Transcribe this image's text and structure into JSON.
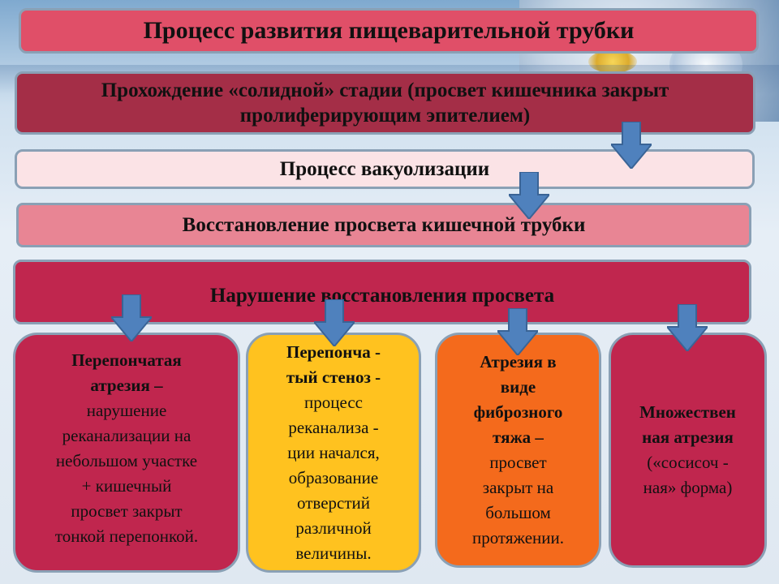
{
  "title": "Процесс развития пищеварительной трубки",
  "steps": {
    "solid_stage": "Прохождение «солидной» стадии (просвет кишечника закрыт пролиферирующим эпителием)",
    "vacuolization": "Процесс вакуолизации",
    "restoration": "Восстановление просвета кишечной трубки",
    "violation": "Нарушение восстановления просвета"
  },
  "outcomes": [
    {
      "bold_lines": [
        "Перепончатая",
        "атрезия –"
      ],
      "lines": [
        "нарушение",
        "реканализации на",
        "небольшом участке",
        "+ кишечный",
        "просвет закрыт",
        "тонкой перепонкой."
      ]
    },
    {
      "bold_lines": [
        "Перепонча -",
        "тый стеноз -"
      ],
      "lines": [
        "процесс",
        "реканализа -",
        "ции начался,",
        "образование",
        "отверстий",
        "различной",
        "величины."
      ]
    },
    {
      "bold_lines": [
        "Атрезия в",
        "виде",
        "фиброзного",
        "тяжа –"
      ],
      "lines": [
        "просвет",
        "закрыт на",
        "большом",
        "протяжении."
      ]
    },
    {
      "bold_lines": [
        "Множествен",
        "ная атрезия"
      ],
      "lines": [
        "(«сосисоч -",
        "ная» форма)"
      ]
    }
  ],
  "colors": {
    "title": "#e04f68",
    "solid_stage": "#a42e47",
    "vacuolization": "#fbe3e6",
    "restoration": "#e88594",
    "violation": "#c0264e",
    "arrow": "#4f81bd"
  },
  "icons": [
    "arrow-down-icon"
  ]
}
